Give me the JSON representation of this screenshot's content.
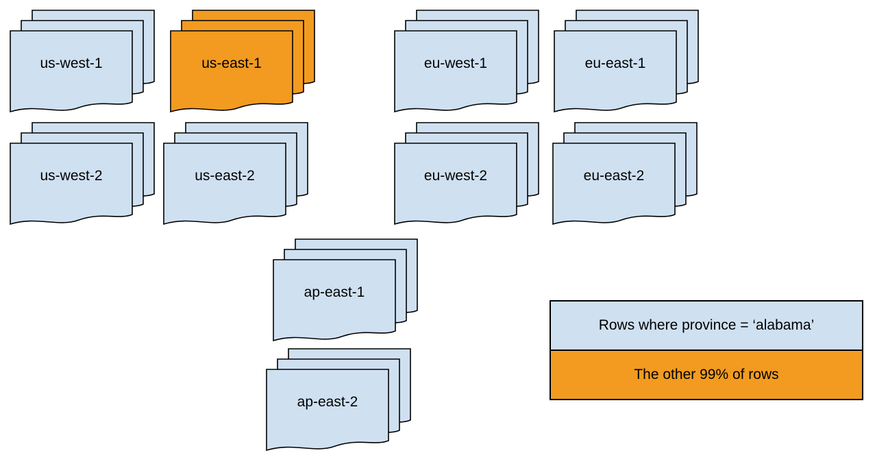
{
  "diagram": {
    "stacks": [
      {
        "label": "us-west-1",
        "variant": "blue"
      },
      {
        "label": "us-east-1",
        "variant": "orange"
      },
      {
        "label": "eu-west-1",
        "variant": "blue"
      },
      {
        "label": "eu-east-1",
        "variant": "blue"
      },
      {
        "label": "us-west-2",
        "variant": "blue"
      },
      {
        "label": "us-east-2",
        "variant": "blue"
      },
      {
        "label": "eu-west-2",
        "variant": "blue"
      },
      {
        "label": "eu-east-2",
        "variant": "blue"
      },
      {
        "label": "ap-east-1",
        "variant": "blue"
      },
      {
        "label": "ap-east-2",
        "variant": "blue"
      }
    ],
    "legend": {
      "items": [
        {
          "label": "Rows where province = ‘alabama’",
          "variant": "blue"
        },
        {
          "label": "The other 99% of rows",
          "variant": "orange"
        }
      ]
    },
    "colors": {
      "blue": "#cfe0f1",
      "orange": "#f29b20",
      "stroke": "#000000"
    }
  }
}
